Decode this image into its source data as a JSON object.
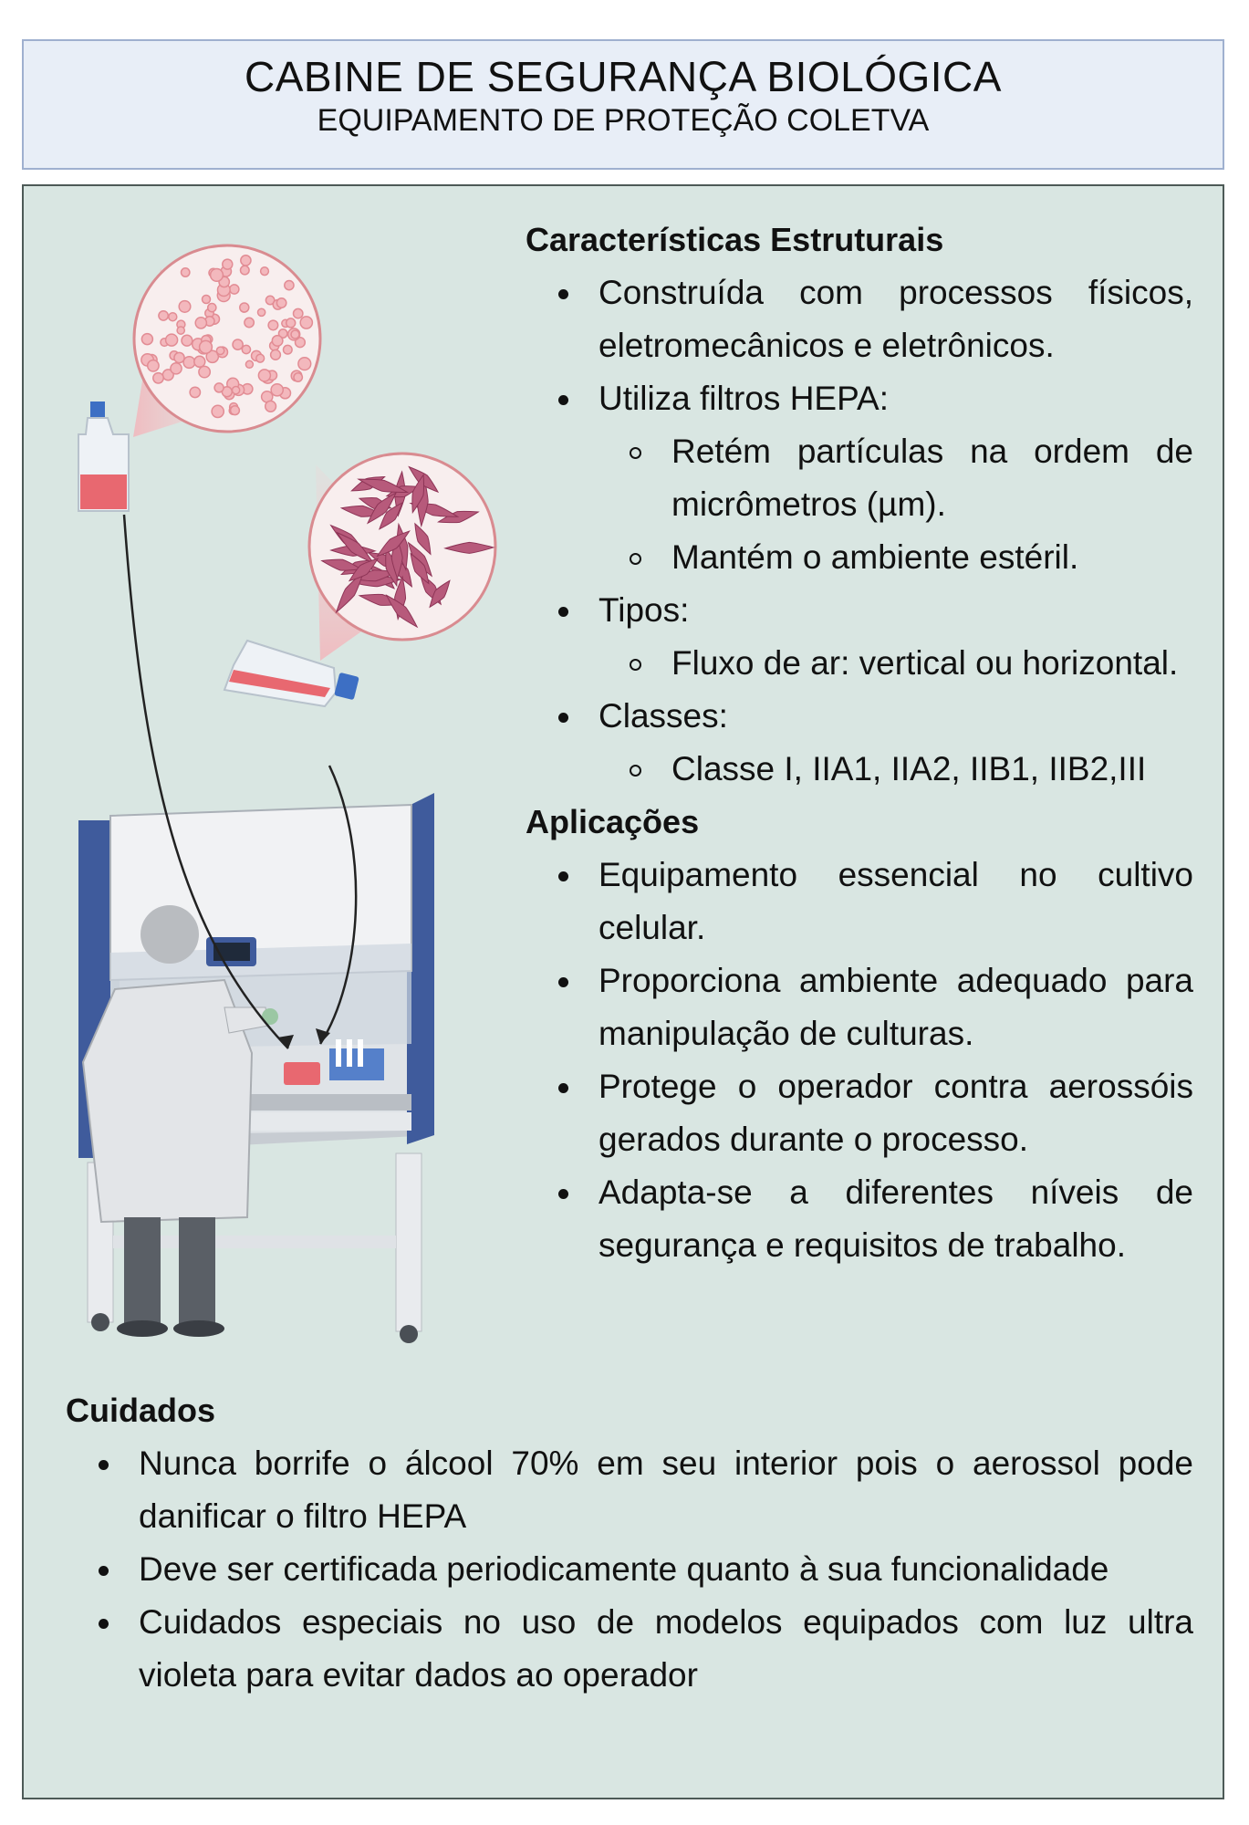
{
  "header": {
    "title": "CABINE DE SEGURANÇA BIOLÓGICA",
    "subtitle": "EQUIPAMENTO DE PROTEÇÃO COLETVA"
  },
  "structural": {
    "heading": "Características Estruturais",
    "items": [
      {
        "text": "Construída com processos físicos, eletromecânicos e eletrônicos."
      },
      {
        "text": "Utiliza filtros HEPA:",
        "sub": [
          "Retém partículas na ordem de micrômetros (µm).",
          "Mantém o ambiente estéril."
        ]
      },
      {
        "text": "Tipos:",
        "sub": [
          "Fluxo de ar: vertical ou horizontal."
        ]
      },
      {
        "text": "Classes:",
        "sub": [
          "Classe I, IIA1, IIA2, IIB1, IIB2,III"
        ]
      }
    ]
  },
  "applications": {
    "heading": "Aplicações",
    "items": [
      "Equipamento essencial no cultivo celular.",
      "Proporciona ambiente adequado para manipulação de culturas.",
      "Protege o operador contra aerossóis gerados durante o processo.",
      "Adapta-se a diferentes níveis de segurança e requisitos de trabalho."
    ]
  },
  "care": {
    "heading": "Cuidados",
    "items": [
      "Nunca borrife o álcool 70% em seu  interior pois o aerossol pode danificar o filtro HEPA",
      "Deve ser certificada periodicamente quanto à sua funcionalidade",
      "Cuidados especiais no uso de modelos equipados com luz ultra violeta para evitar dados ao operador"
    ]
  },
  "colors": {
    "header_bg": "#e8eef7",
    "panel_bg": "#d9e6e2",
    "cabinet_blue": "#3f5b9c",
    "cell_pink": "#e58a94",
    "fibroblast_purple": "#b0486c"
  },
  "illustration_icons": [
    "culture-flask-upright-icon",
    "round-cell-magnifier-icon",
    "culture-flask-lying-icon",
    "fibroblast-cell-magnifier-icon",
    "biosafety-cabinet-icon",
    "scientist-icon",
    "arrow-icon"
  ]
}
